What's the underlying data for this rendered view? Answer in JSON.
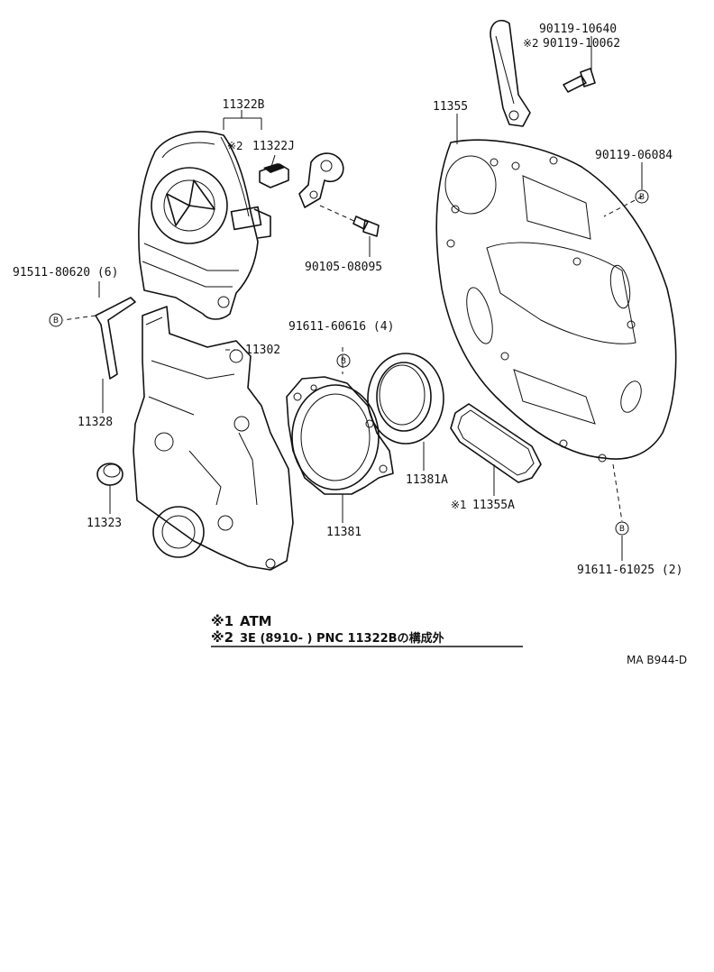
{
  "parts": {
    "p11322B": "11322B",
    "p11322J_mark": "※2",
    "p11322J": "11322J",
    "p90105": "90105-08095",
    "p91511": "91511-80620 (6)",
    "p11328": "11328",
    "p11323": "11323",
    "p11302": "11302",
    "p91611_60616": "91611-60616 (4)",
    "p11381": "11381",
    "p11381A": "11381A",
    "p11355": "11355",
    "p11355A_mark": "※1",
    "p11355A": "11355A",
    "p90119_10640": "90119-10640",
    "p90119_10062_mark": "※2",
    "p90119_10062": "90119-10062",
    "p90119_06084": "90119-06084",
    "p91611_61025": "91611-61025 (2)"
  },
  "bolt_symbol": "B",
  "notes": {
    "note1_mark": "※1",
    "note1_text": "ATM",
    "note2_mark": "※2",
    "note2_text": "3E (8910-          ) PNC 11322Bの構成外"
  },
  "reference": "MA B944-D"
}
